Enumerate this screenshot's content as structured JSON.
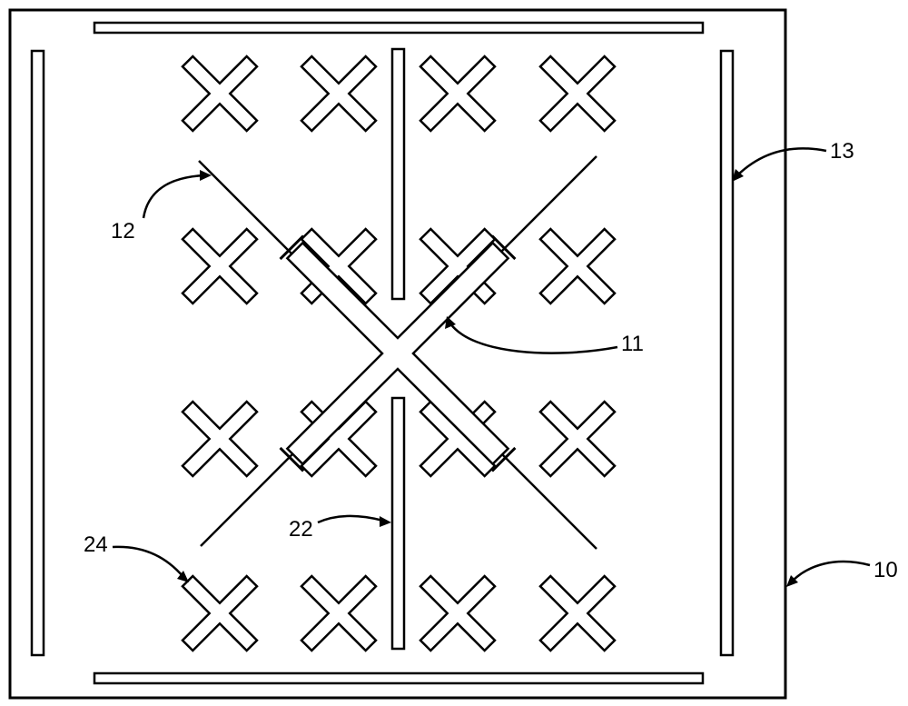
{
  "figure": {
    "line_color": "#000000",
    "background": "#ffffff",
    "labels": {
      "substrate": "10",
      "cross_patch": "11",
      "diagonal_slot": "12",
      "side_strip": "13",
      "center_slot": "22",
      "small_cross": "24"
    },
    "small_cross_grid": {
      "rows": 4,
      "columns": 4
    }
  }
}
